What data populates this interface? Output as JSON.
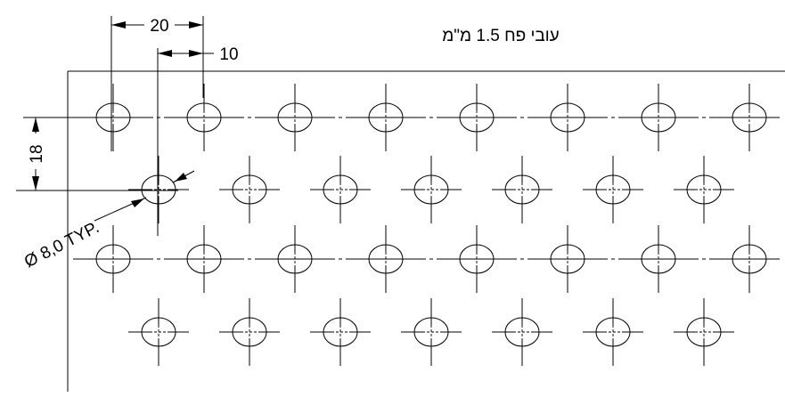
{
  "drawing": {
    "note": "עובי פח 1.5 מ\"מ",
    "dims": {
      "horizontal_pitch": "20",
      "row_offset": "10",
      "vertical_pitch": "18",
      "hole_diameter": "Ø 8,0 TYP."
    }
  }
}
